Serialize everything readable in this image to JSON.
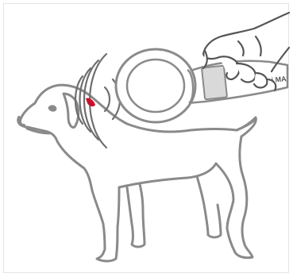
{
  "illustration": {
    "subject": "dog-outline",
    "device": "handheld-microchip-scanner",
    "brand_text": "i MA",
    "brand_subtext": "",
    "colors": {
      "line": "#8a8a8a",
      "line_dark": "#6f6f6f",
      "chip": "#c8102e",
      "scanner_body": "#ffffff",
      "display": "#d9d9d9",
      "background": "#ffffff"
    }
  }
}
